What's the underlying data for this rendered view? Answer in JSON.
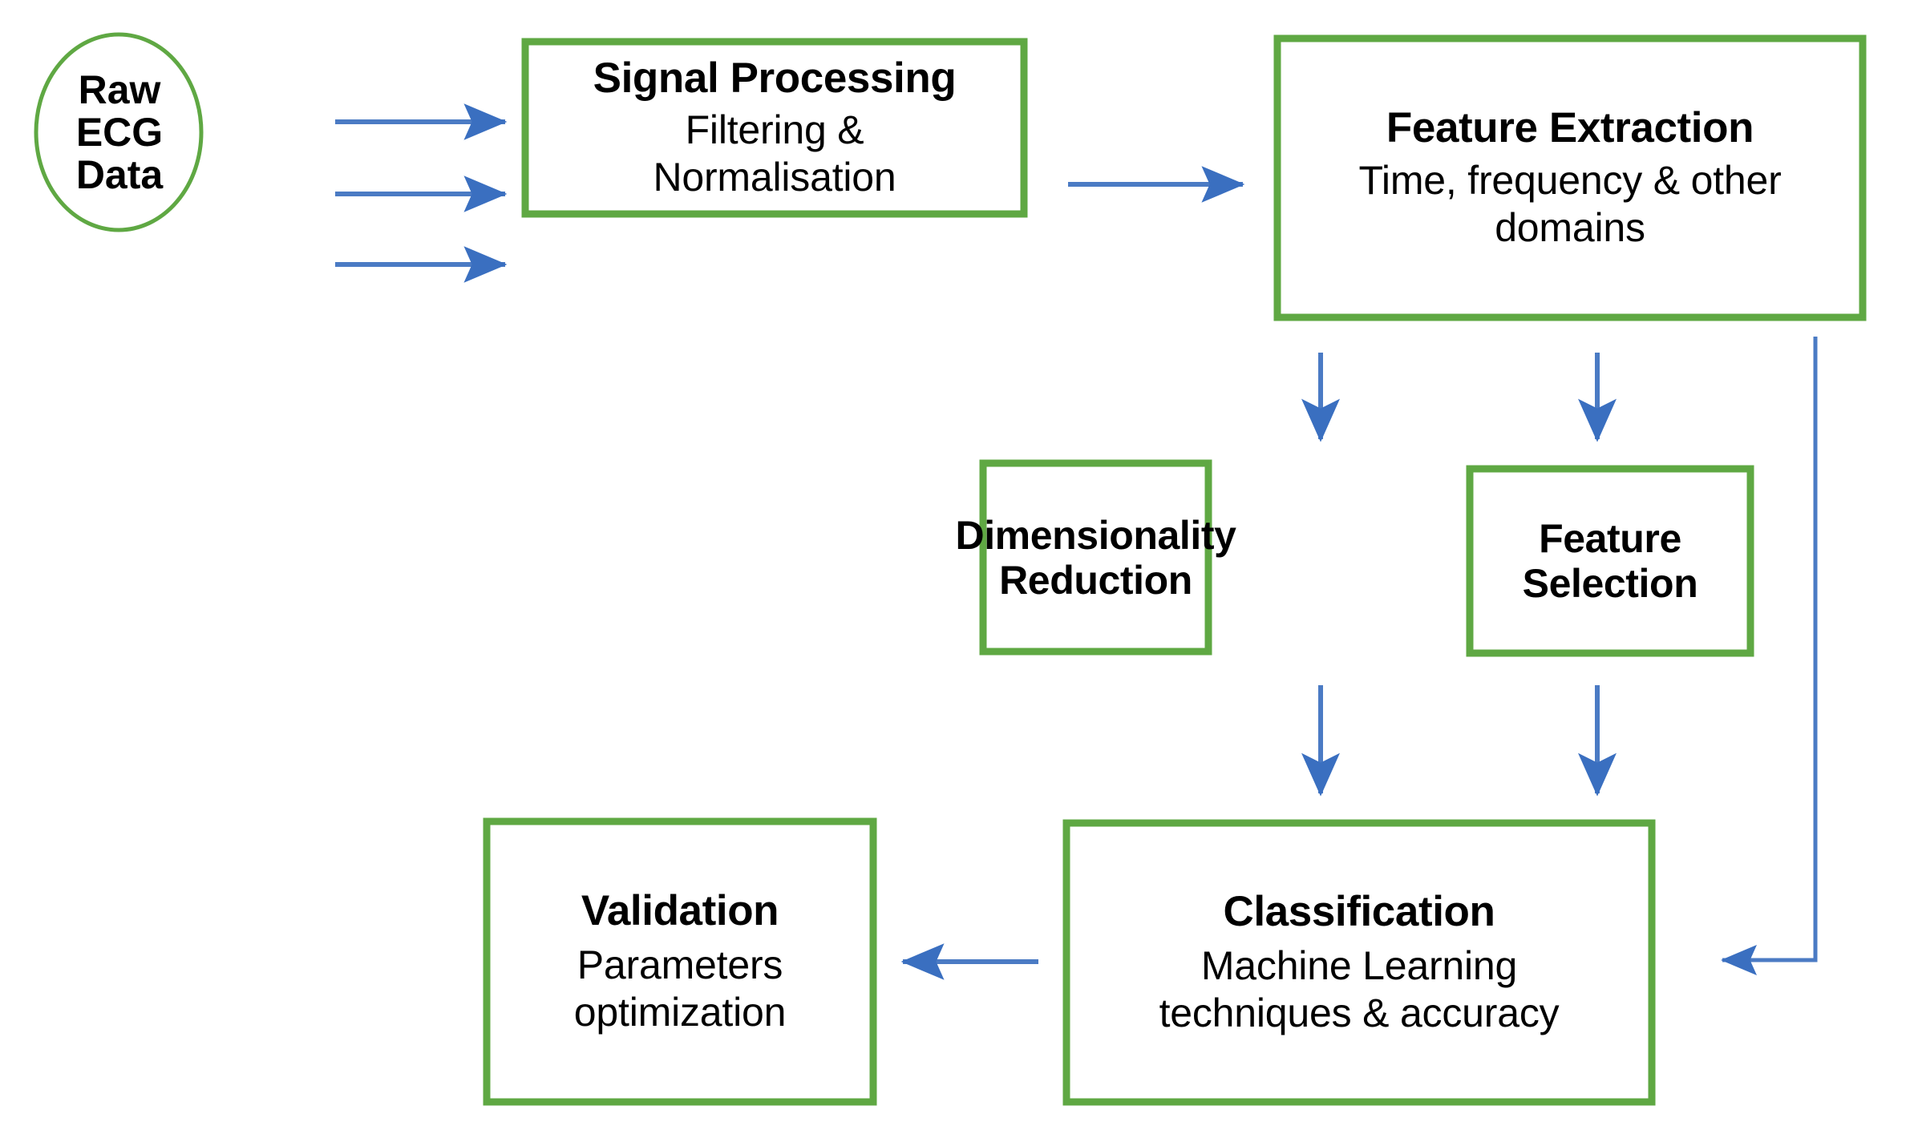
{
  "diagram": {
    "title": "ECG classification pipeline flowchart",
    "colors": {
      "node_border": "#5FA843",
      "node_fill": "#FFFFFF",
      "arrow": "#4B7BC4",
      "arrow_head": "#3A6FC0",
      "text": "#000000",
      "background": "#FFFFFF"
    },
    "nodes": {
      "raw_ecg": {
        "shape": "ellipse",
        "lines": [
          "Raw",
          "ECG",
          "Data"
        ]
      },
      "signal_processing": {
        "shape": "rectangle",
        "title": "Signal Processing",
        "sub_lines": [
          "Filtering &",
          "Normalisation"
        ]
      },
      "feature_extraction": {
        "shape": "rectangle",
        "title": "Feature Extraction",
        "sub_lines": [
          "Time, frequency & other",
          "domains"
        ]
      },
      "dimensionality_reduction": {
        "shape": "rectangle",
        "title_lines": [
          "Dimensionality",
          "Reduction"
        ]
      },
      "feature_selection": {
        "shape": "rectangle",
        "title_lines": [
          "Feature",
          "Selection"
        ]
      },
      "classification": {
        "shape": "rectangle",
        "title": "Classification",
        "sub_lines": [
          "Machine Learning",
          "techniques & accuracy"
        ]
      },
      "validation": {
        "shape": "rectangle",
        "title": "Validation",
        "sub_lines": [
          "Parameters",
          "optimization"
        ]
      }
    },
    "edges": [
      {
        "name": "raw-ecg-to-signal-processing-1",
        "from": "raw_ecg",
        "to": "signal_processing",
        "direction": "right"
      },
      {
        "name": "raw-ecg-to-signal-processing-2",
        "from": "raw_ecg",
        "to": "signal_processing",
        "direction": "right"
      },
      {
        "name": "raw-ecg-to-signal-processing-3",
        "from": "raw_ecg",
        "to": "signal_processing",
        "direction": "right"
      },
      {
        "name": "signal-processing-to-feature-extraction",
        "from": "signal_processing",
        "to": "feature_extraction",
        "direction": "right"
      },
      {
        "name": "feature-extraction-to-dimensionality-reduction",
        "from": "feature_extraction",
        "to": "dimensionality_reduction",
        "direction": "down"
      },
      {
        "name": "feature-extraction-to-feature-selection",
        "from": "feature_extraction",
        "to": "feature_selection",
        "direction": "down"
      },
      {
        "name": "dimensionality-reduction-to-classification",
        "from": "dimensionality_reduction",
        "to": "classification",
        "direction": "down"
      },
      {
        "name": "feature-selection-to-classification",
        "from": "feature_selection",
        "to": "classification",
        "direction": "down"
      },
      {
        "name": "feature-extraction-to-classification",
        "from": "feature_extraction",
        "to": "classification",
        "direction": "down-left-elbow"
      },
      {
        "name": "classification-to-validation",
        "from": "classification",
        "to": "validation",
        "direction": "left"
      }
    ]
  }
}
